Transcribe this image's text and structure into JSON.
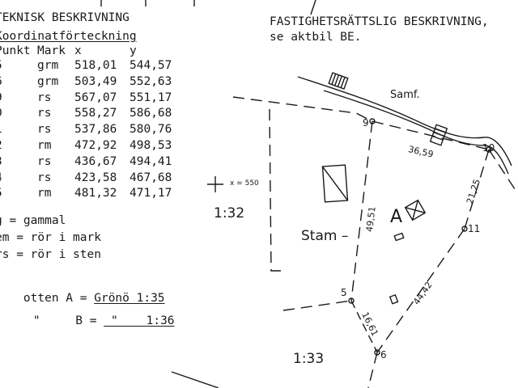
{
  "left_panel": {
    "title": "TEKNISK BESKRIVNING",
    "subtitle": "Koordinatförteckning",
    "headers": {
      "punkt": "Punkt",
      "mark": "Mark",
      "x": "x",
      "y": "y"
    },
    "rows": [
      {
        "punkt": "5",
        "mark": "grm",
        "x": "518,01",
        "y": "544,57"
      },
      {
        "punkt": "6",
        "mark": "grm",
        "x": "503,49",
        "y": "552,63"
      },
      {
        "punkt": "9",
        "mark": "rs",
        "x": "567,07",
        "y": "551,17"
      },
      {
        "punkt": "0",
        "mark": "rs",
        "x": "558,27",
        "y": "586,68"
      },
      {
        "punkt": "1",
        "mark": "rs",
        "x": "537,86",
        "y": "580,76"
      },
      {
        "punkt": "2",
        "mark": "rm",
        "x": "472,92",
        "y": "498,53"
      },
      {
        "punkt": "3",
        "mark": "rs",
        "x": "436,67",
        "y": "494,41"
      },
      {
        "punkt": "4",
        "mark": "rs",
        "x": "423,58",
        "y": "467,68"
      },
      {
        "punkt": "5",
        "mark": "rm",
        "x": "481,32",
        "y": "471,17"
      }
    ],
    "legend": [
      "g = gammal",
      "em = rör i mark",
      "rs = rör i sten"
    ],
    "lot_a": {
      "prefix": "otten A = ",
      "value": "Grönö 1:35"
    },
    "lot_b": {
      "prefix": "\"     B = ",
      "value": " \"    1:36"
    }
  },
  "right_panel": {
    "heading_1": "FASTIGHETSRÄTTSLIG BESKRIVNING,",
    "heading_2": "se aktbil BE."
  },
  "map_labels": {
    "samf": "Samf.",
    "p9": "9",
    "p10": "10",
    "p11": "11",
    "p5": "5",
    "p6": "6",
    "d1": "36,59",
    "d2": "21,25",
    "d3": "49,51",
    "d4": "44,42",
    "d5": "16,61",
    "coord": "x = 550",
    "lot_132": "1:32",
    "lot_133": "1:33",
    "stam": "Stam",
    "lot_a_letter": "A"
  }
}
